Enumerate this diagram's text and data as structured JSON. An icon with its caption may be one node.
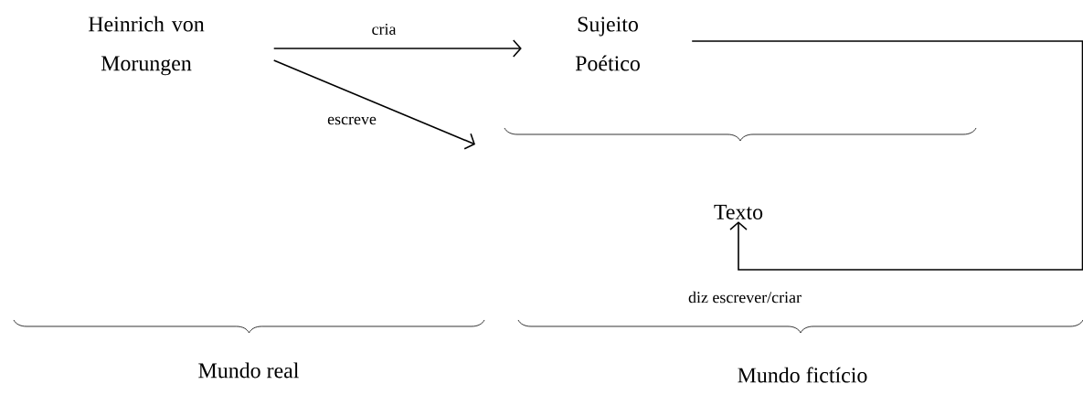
{
  "diagram": {
    "nodes": [
      {
        "text": [
          "Heinrich von Morungen"
        ]
      },
      {
        "text": [
          "Sujeito Poético"
        ]
      },
      {
        "text": [
          "Texto"
        ]
      }
    ],
    "edges": [
      {
        "from": 0,
        "to": 1,
        "arrow": "to",
        "label": "cria"
      },
      {
        "from": 0,
        "to": null,
        "arrow": "to",
        "label": "escreve"
      },
      {
        "from": 1,
        "to": 2,
        "arrow": "to",
        "label": "diz escrever/criar"
      }
    ],
    "labels": [
      "Mundo real",
      "Mundo fictício"
    ]
  }
}
